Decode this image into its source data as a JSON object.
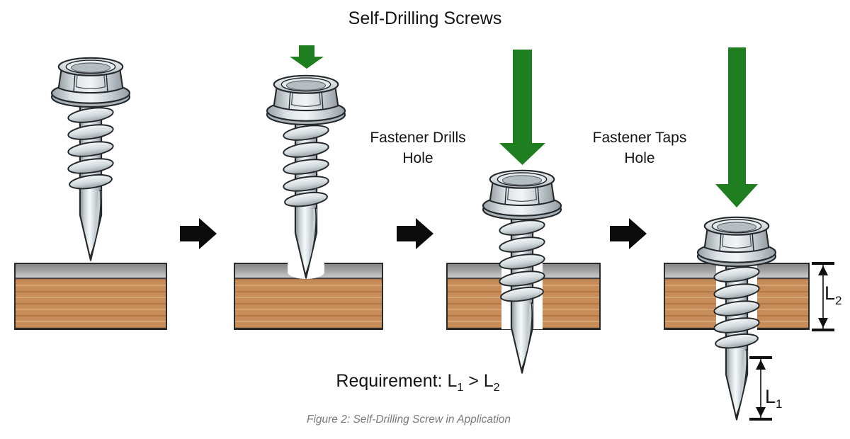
{
  "title": "Self-Drilling Screws",
  "stage_labels": [
    {
      "line1": "Fastener Drills",
      "line2": "Hole"
    },
    {
      "line1": "Fastener Taps",
      "line2": "Hole"
    }
  ],
  "requirement": {
    "prefix": "Requirement: L",
    "sub1": "1",
    "middle": " > L",
    "sub2": "2"
  },
  "dimensions": {
    "l1": {
      "base": "L",
      "sub": "1"
    },
    "l2": {
      "base": "L",
      "sub": "2"
    }
  },
  "caption": "Figure 2: Self-Drilling Screw in Application",
  "icons": {
    "green_down_arrow": "green-down-arrow-icon",
    "black_right_arrow": "black-right-arrow-icon",
    "screw": "self-drilling-screw-illustration",
    "dimension_marker": "double-headed-dimension-arrow"
  },
  "colors": {
    "arrow_green": "#1f7e1f",
    "arrow_black": "#0b0b0b",
    "metal_gray": "#9b9b9b",
    "wood_brown": "#c78c58",
    "outline": "#26292b",
    "caption_gray": "#7a7a7a"
  }
}
